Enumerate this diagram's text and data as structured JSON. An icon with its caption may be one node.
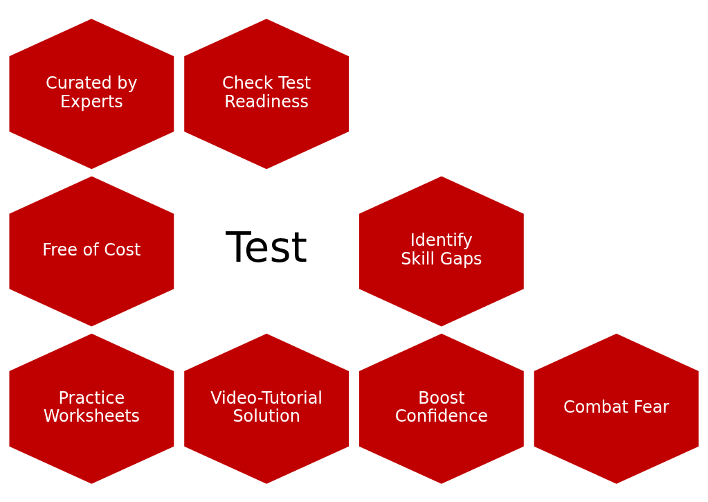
{
  "diagram": {
    "nodes": [
      {
        "text": [
          "Curated by Experts"
        ]
      },
      {
        "text": [
          "Check Test Readiness"
        ]
      },
      {
        "text": [
          "Free of Cost"
        ]
      },
      {
        "text": [
          "Identify Skill Gaps"
        ]
      },
      {
        "text": [
          "Practice Worksheets"
        ]
      },
      {
        "text": [
          "Video-Tutorial Solution"
        ]
      },
      {
        "text": [
          "Boost Confidence"
        ]
      },
      {
        "text": [
          "Combat Fear"
        ]
      }
    ],
    "labels": [
      "Test"
    ]
  }
}
